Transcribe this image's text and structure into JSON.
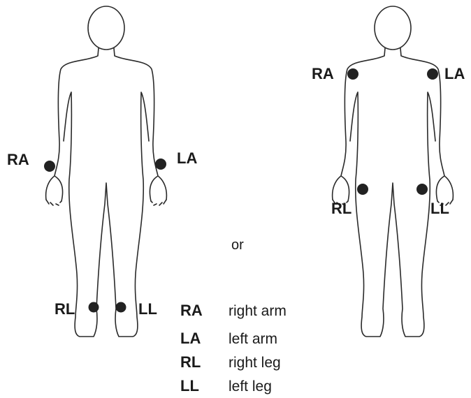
{
  "figure_left": {
    "labels": {
      "ra": "RA",
      "la": "LA",
      "rl": "RL",
      "ll": "LL"
    }
  },
  "connector": "or",
  "figure_right": {
    "labels": {
      "ra": "RA",
      "la": "LA",
      "rl": "RL",
      "ll": "LL"
    }
  },
  "legend": [
    {
      "abbr": "RA",
      "desc": "right arm"
    },
    {
      "abbr": "LA",
      "desc": "left arm"
    },
    {
      "abbr": "RL",
      "desc": "right leg"
    },
    {
      "abbr": "LL",
      "desc": "left leg"
    }
  ],
  "colors": {
    "outline": "#2a2a2a",
    "electrode": "#222222",
    "text": "#1a1a1a"
  }
}
